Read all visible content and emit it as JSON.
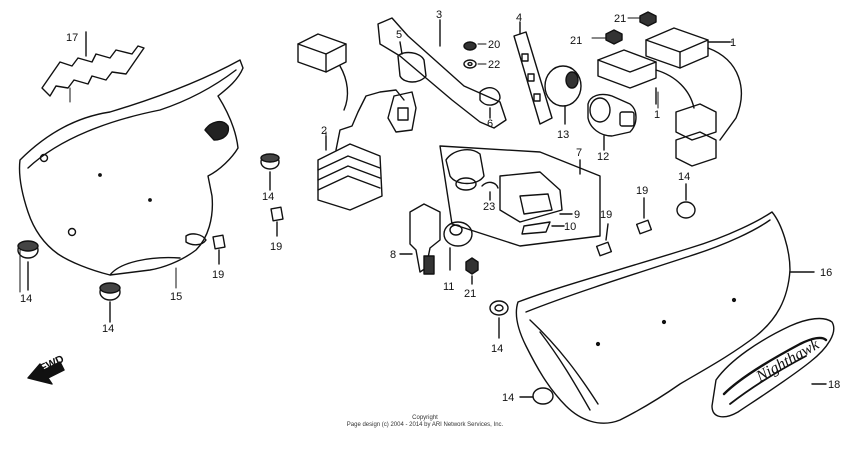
{
  "diagram": {
    "callouts": [
      {
        "id": "c17",
        "text": "17"
      },
      {
        "id": "c3",
        "text": "3"
      },
      {
        "id": "c4",
        "text": "4"
      },
      {
        "id": "c21a",
        "text": "21"
      },
      {
        "id": "c21b",
        "text": "21"
      },
      {
        "id": "c1a",
        "text": "1"
      },
      {
        "id": "c1b",
        "text": "1"
      },
      {
        "id": "c5",
        "text": "5"
      },
      {
        "id": "c20",
        "text": "20"
      },
      {
        "id": "c22",
        "text": "22"
      },
      {
        "id": "c6",
        "text": "6"
      },
      {
        "id": "c2",
        "text": "2"
      },
      {
        "id": "c13",
        "text": "13"
      },
      {
        "id": "c12",
        "text": "12"
      },
      {
        "id": "c7",
        "text": "7"
      },
      {
        "id": "c23",
        "text": "23"
      },
      {
        "id": "c9",
        "text": "9"
      },
      {
        "id": "c10",
        "text": "10"
      },
      {
        "id": "c14a",
        "text": "14"
      },
      {
        "id": "c14b",
        "text": "14"
      },
      {
        "id": "c14c",
        "text": "14"
      },
      {
        "id": "c14d",
        "text": "14"
      },
      {
        "id": "c14e",
        "text": "14"
      },
      {
        "id": "c14f",
        "text": "14"
      },
      {
        "id": "c19a",
        "text": "19"
      },
      {
        "id": "c19b",
        "text": "19"
      },
      {
        "id": "c19c",
        "text": "19"
      },
      {
        "id": "c19d",
        "text": "19"
      },
      {
        "id": "c8",
        "text": "8"
      },
      {
        "id": "c11",
        "text": "11"
      },
      {
        "id": "c21c",
        "text": "21"
      },
      {
        "id": "c15",
        "text": "15"
      },
      {
        "id": "c16",
        "text": "16"
      },
      {
        "id": "c18",
        "text": "18"
      }
    ],
    "fwd_label": "FWD",
    "emblem_text": "Nighthawk"
  },
  "copyright": {
    "line1": "Copyright",
    "line2": "Page design (c) 2004 - 2014 by ARI Network Services, Inc."
  }
}
